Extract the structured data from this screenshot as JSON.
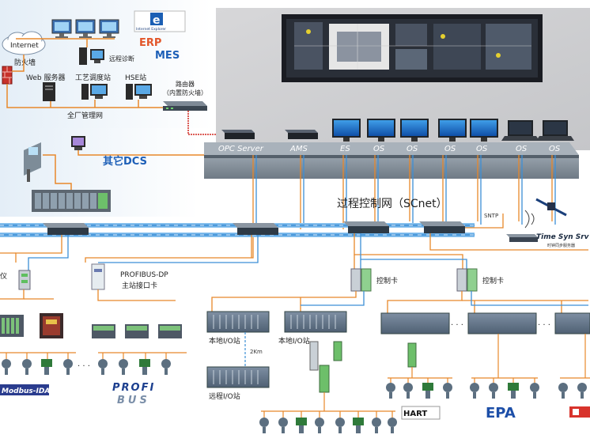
{
  "top_left": {
    "internet": "Internet",
    "firewall": "防火墙",
    "web_server": "Web 服务器",
    "process_station": "工艺调度站",
    "hse_station": "HSE站",
    "remote_diag": "远程诊断",
    "router": "路由器",
    "router_sub": "（内置防火墙）",
    "plant_network": "全厂管理网",
    "erp": "ERP",
    "mes": "MES",
    "ie_logo_text": "Internet Explorer"
  },
  "other_dcs": "其它DCS",
  "consoles": {
    "opc": "OPC Server",
    "ams": "AMS",
    "es": "ES",
    "os_labels": [
      "OS",
      "OS",
      "OS",
      "OS",
      "OS",
      "OS"
    ]
  },
  "scnet_label": "过程控制网（SCnet）",
  "sntp": "SNTP",
  "time_syn": "Time Syn Srv",
  "time_syn_sub": "时钟同步服务器",
  "profibus_dp": "PROFIBUS-DP",
  "profibus_sub": "主站接口卡",
  "control_card": "控制卡",
  "instrument_fragment": "仪",
  "local_io": "本地I/O站",
  "remote_io": "远程I/O站",
  "distance": "2Km",
  "logos": {
    "modbus": "Modbus-IDA",
    "profibus": "PROFI",
    "profibus2": "BUS",
    "hart": "HART",
    "epa": "EPA"
  },
  "ellipsis": "· · ·"
}
